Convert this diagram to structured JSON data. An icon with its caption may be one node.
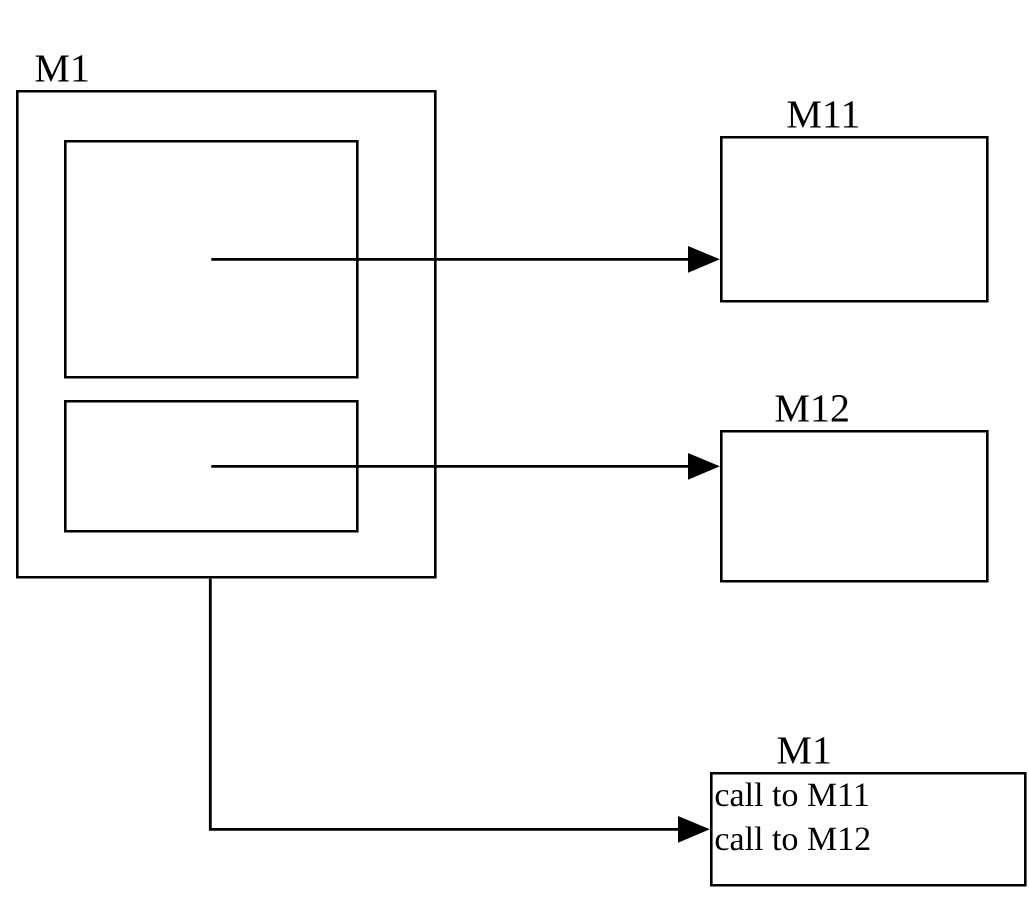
{
  "diagram": {
    "nodes": [
      {
        "text": [
          "M1"
        ]
      },
      {
        "text": [],
        "shape": "box",
        "in": 0
      },
      {
        "text": [],
        "shape": "box",
        "in": 0
      },
      {
        "text": [
          "M11"
        ]
      },
      {
        "text": [
          "M12"
        ]
      },
      {
        "text": [
          "M1",
          "call to M11",
          "call to M12"
        ]
      }
    ],
    "edges": [
      {
        "from": 1,
        "to": 3,
        "arrow": "to"
      },
      {
        "from": 2,
        "to": 4,
        "arrow": "to"
      },
      {
        "from": 0,
        "to": 5,
        "arrow": "to"
      }
    ]
  }
}
